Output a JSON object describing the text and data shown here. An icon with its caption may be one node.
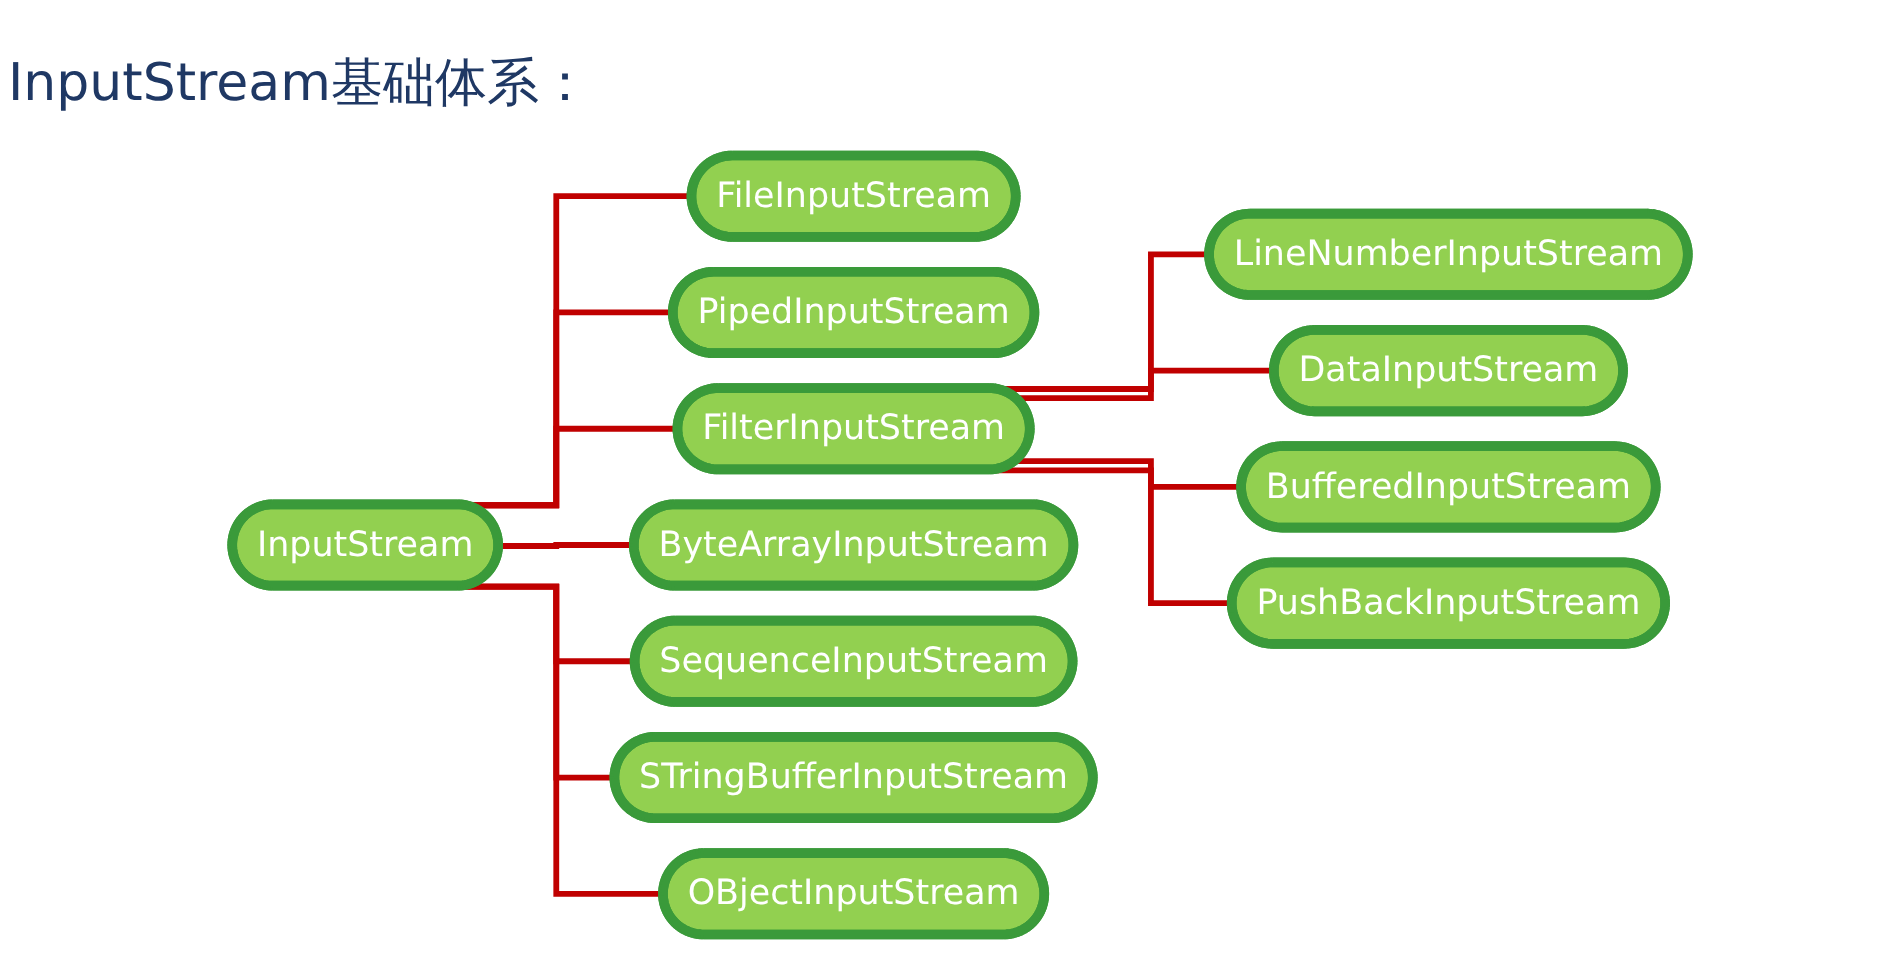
{
  "diagram": {
    "title": "InputStream基础体系：",
    "nodes": [
      {
        "text": [
          "InputStream"
        ]
      },
      {
        "text": [
          "FileInputStream"
        ]
      },
      {
        "text": [
          "PipedInputStream"
        ]
      },
      {
        "text": [
          "FilterInputStream"
        ]
      },
      {
        "text": [
          "ByteArrayInputStream"
        ]
      },
      {
        "text": [
          "SequenceInputStream"
        ]
      },
      {
        "text": [
          "STringBufferInputStream"
        ]
      },
      {
        "text": [
          "OBjectInputStream"
        ]
      },
      {
        "text": [
          "LineNumberInputStream"
        ]
      },
      {
        "text": [
          "DataInputStream"
        ]
      },
      {
        "text": [
          "BufferedInputStream"
        ]
      },
      {
        "text": [
          "PushBackInputStream"
        ]
      }
    ],
    "edges": [
      {
        "from": 0,
        "to": 1,
        "arrow": "none"
      },
      {
        "from": 0,
        "to": 2,
        "arrow": "none"
      },
      {
        "from": 0,
        "to": 3,
        "arrow": "none"
      },
      {
        "from": 0,
        "to": 4,
        "arrow": "none"
      },
      {
        "from": 0,
        "to": 5,
        "arrow": "none"
      },
      {
        "from": 0,
        "to": 6,
        "arrow": "none"
      },
      {
        "from": 0,
        "to": 7,
        "arrow": "none"
      },
      {
        "from": 3,
        "to": 8,
        "arrow": "none"
      },
      {
        "from": 3,
        "to": 9,
        "arrow": "none"
      },
      {
        "from": 3,
        "to": 10,
        "arrow": "none"
      },
      {
        "from": 3,
        "to": 11,
        "arrow": "none"
      }
    ]
  }
}
